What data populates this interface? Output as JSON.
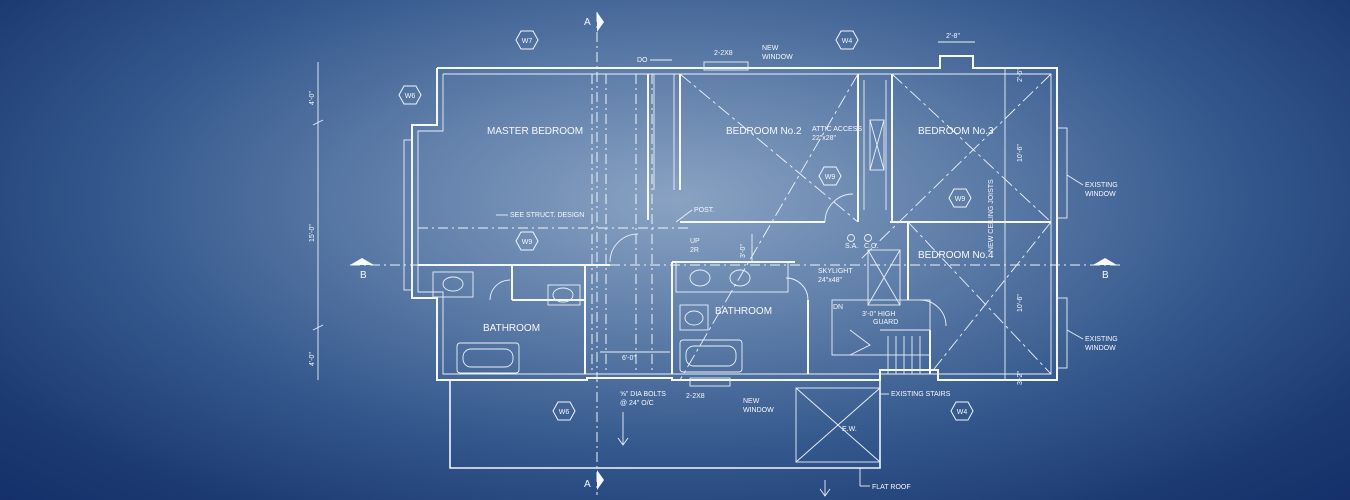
{
  "rooms": {
    "master_bedroom": "MASTER BEDROOM",
    "bedroom2": "BEDROOM No.2",
    "bedroom3": "BEDROOM No.3",
    "bedroom4": "BEDROOM No.4",
    "bathroom1": "BATHROOM",
    "bathroom2": "BATHROOM"
  },
  "window_tags": {
    "w7": "W7",
    "w4_top": "W4",
    "w6_left": "W6",
    "w9_master": "W9",
    "w9_hall": "W9",
    "w9_bed3": "W9",
    "w6_bottom": "W6",
    "w4_bottom": "W4"
  },
  "section_markers": {
    "a_top": "A",
    "a_bottom": "A",
    "b_left": "B",
    "b_right": "B"
  },
  "notes": {
    "do": "DO",
    "two_by_eight_top": "2-2X8",
    "new_window_top_1": "NEW",
    "new_window_top_2": "WINDOW",
    "dim_top_right": "2'-8\"",
    "attic_access_1": "ATTIC ACCESS",
    "attic_access_2": "22\"x28\"",
    "see_struct": "SEE STRUCT. DESIGN",
    "post": "POST.",
    "up": "UP",
    "up_2r": "2R",
    "sa": "S.A.",
    "co": "C.O.",
    "skylight_1": "SKYLIGHT",
    "skylight_2": "24\"x48\"",
    "dn": "DN",
    "guard_1": "3'-0\" HIGH",
    "guard_2": "GUARD",
    "existing_window_r1_1": "EXISTING",
    "existing_window_r1_2": "WINDOW",
    "existing_window_r2_1": "EXISTING",
    "existing_window_r2_2": "WINDOW",
    "ceiling_joists": "NEW CEILING JOISTS",
    "dia_bolts_1": "⅝\" DIA BOLTS",
    "dia_bolts_2": "@ 24\" O/C",
    "two_by_eight_bottom": "2-2X8",
    "new_window_bottom_1": "NEW",
    "new_window_bottom_2": "WINDOW",
    "existing_stairs": "EXISTING STAIRS",
    "ew": "E.W.",
    "flat_roof": "FLAT ROOF",
    "dim_6_0": "6'-0\"",
    "dim_3_0": "3'-0\"",
    "dim_left_top": "4'-0\"",
    "dim_left_mid": "15'-0\"",
    "dim_left_bot": "4'-0\"",
    "dim_right_top": "2'-6\"",
    "dim_right_mid1": "10'-6\"",
    "dim_right_mid2": "10'-6\"",
    "dim_right_bot": "3'-2\""
  },
  "colors": {
    "line": "#f2f6fc",
    "background_center": "#8aa3c3",
    "background_edge": "#15306a"
  }
}
